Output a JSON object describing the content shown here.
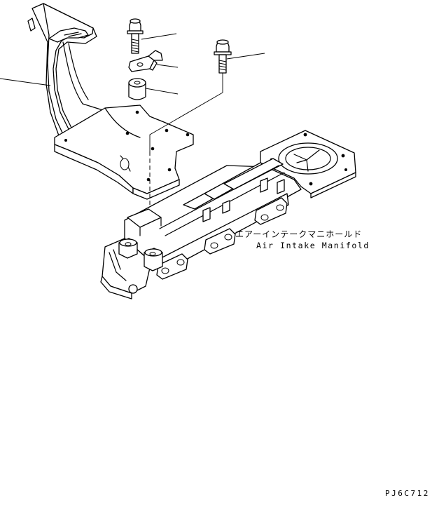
{
  "diagram": {
    "labels": {
      "part_name_jp": "エアーインテークマニホールド",
      "part_name_en": "Air Intake Manifold"
    },
    "drawing_code": "PJ6C712"
  }
}
